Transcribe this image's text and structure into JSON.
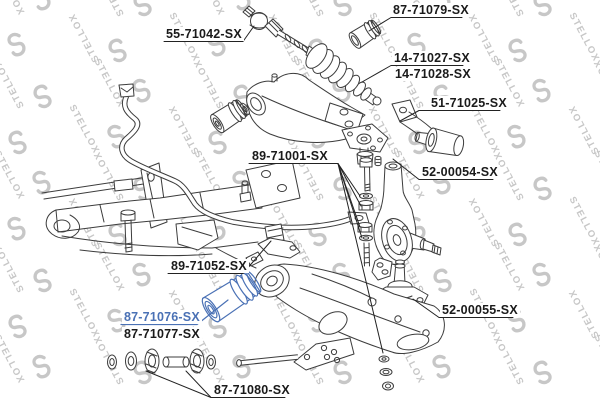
{
  "watermark": {
    "text": "STELLOX"
  },
  "colors": {
    "highlight": "#4a71b5",
    "line": "#3c3c3c",
    "watermark": "#c7c7c7",
    "background": "#ffffff",
    "label_text": "#1a1a1a"
  },
  "labels": [
    {
      "text": "55-71042-SX",
      "highlighted": false
    },
    {
      "text": "87-71079-SX",
      "highlighted": false
    },
    {
      "text": "14-71027-SX",
      "highlighted": false
    },
    {
      "text": "14-71028-SX",
      "highlighted": false
    },
    {
      "text": "51-71025-SX",
      "highlighted": false
    },
    {
      "text": "52-00054-SX",
      "highlighted": false
    },
    {
      "text": "89-71001-SX",
      "highlighted": false
    },
    {
      "text": "89-71052-SX",
      "highlighted": false
    },
    {
      "text": "87-71076-SX",
      "highlighted": true
    },
    {
      "text": "87-71077-SX",
      "highlighted": false
    },
    {
      "text": "52-00055-SX",
      "highlighted": false
    },
    {
      "text": "87-71080-SX",
      "highlighted": false
    }
  ]
}
